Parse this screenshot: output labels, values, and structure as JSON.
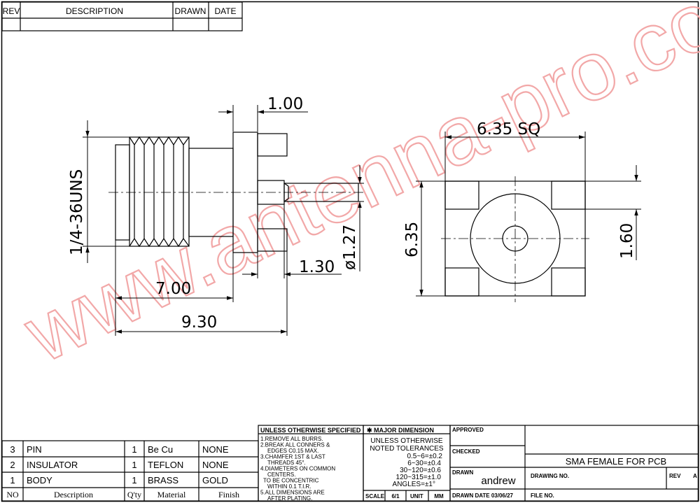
{
  "revision_table": {
    "headers": [
      "REV",
      "DESCRIPTION",
      "DRAWN",
      "DATE"
    ]
  },
  "watermark": "www.antenna-pro.com",
  "dimensions": {
    "top_flange": "1.00",
    "thread": "1/4-36UNS",
    "pin_dia": "ø1.27",
    "pin_length": "1.30",
    "body_length": "7.00",
    "overall_length": "9.30",
    "square_width": "6.35 SQ",
    "square_height": "6.35",
    "leg_size": "1.60"
  },
  "notes": {
    "header": "UNLESS OTHERWISE SPECIFIED",
    "lines": [
      "1.REMOVE ALL BURRS.",
      "2.BREAK ALL CONNERS &",
      "EDGES C0.15 MAX.",
      "3.CHAMFER 1ST & LAST",
      "THREADS 45°.",
      "4.DIAMETERS ON COMMON",
      "CENTERS.",
      "TO BE CONCENTRIC",
      "WITHIN 0.1 T.I.R.",
      "5.ALL DIMENSIONS ARE",
      "AFTER PLATING."
    ]
  },
  "tolerances": {
    "header": "✱ MAJOR DIMENSION",
    "lines": [
      "UNLESS OTHERWISE",
      "NOTED TOLERANCES",
      "0.5~6=±0.2",
      "6~30=±0.4",
      "30~120=±0.6",
      "120~315=±1.0",
      "ANGLES=±1°"
    ]
  },
  "title_block": {
    "approved": "APPROVED",
    "checked": "CHECKED",
    "drawn": "DRAWN",
    "drawn_by": "andrew",
    "title": "SMA FEMALE FOR PCB",
    "drawing_no": "DRAWING NO.",
    "rev": "REV",
    "rev_value": "A",
    "scale_label": "SCALE",
    "scale_value": "6/1",
    "unit_label": "UNIT",
    "unit_value": "MM",
    "drawn_date": "DRAWN DATE 03/06/27",
    "file_no": "FILE NO."
  },
  "bom": {
    "headers": [
      "NO",
      "Description",
      "Q'ty",
      "Material",
      "Finish"
    ],
    "rows": [
      {
        "no": "3",
        "description": "PIN",
        "qty": "1",
        "material": "Be Cu",
        "finish": "NONE"
      },
      {
        "no": "2",
        "description": "INSULATOR",
        "qty": "1",
        "material": "TEFLON",
        "finish": "NONE"
      },
      {
        "no": "1",
        "description": "BODY",
        "qty": "1",
        "material": "BRASS",
        "finish": "GOLD"
      }
    ]
  },
  "colors": {
    "line": "#000000",
    "watermark": "#f2a8a8",
    "background": "#ffffff"
  }
}
